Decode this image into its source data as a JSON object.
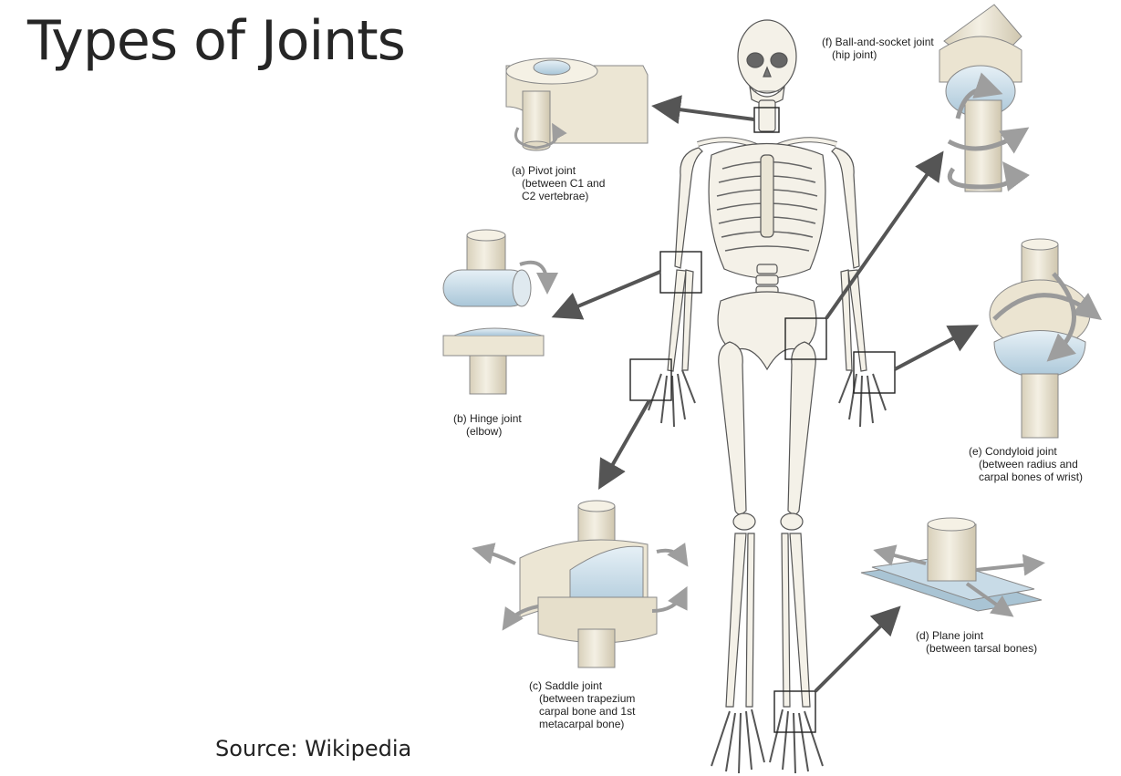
{
  "slide": {
    "title": "Types of Joints",
    "source": "Source: Wikipedia"
  },
  "joints": {
    "pivot": {
      "name": "(a) Pivot joint",
      "detail_1": "(between C1 and",
      "detail_2": "C2 vertebrae)"
    },
    "hinge": {
      "name": "(b) Hinge joint",
      "detail_1": "(elbow)"
    },
    "saddle": {
      "name": "(c) Saddle joint",
      "detail_1": "(between trapezium",
      "detail_2": "carpal bone and 1st",
      "detail_3": "metacarpal bone)"
    },
    "plane": {
      "name": "(d) Plane joint",
      "detail_1": "(between tarsal bones)"
    },
    "condyloid": {
      "name": "(e) Condyloid joint",
      "detail_1": "(between radius and",
      "detail_2": "carpal bones of wrist)"
    },
    "ball_socket": {
      "name": "(f) Ball-and-socket joint",
      "detail_1": "(hip joint)"
    }
  },
  "colors": {
    "bone": "#f3f0e6",
    "bone_outline": "#555555",
    "model": "#e9e3d2",
    "cartilage": "#c7dce8",
    "arrow": "#555555",
    "motion_arrow": "#a7a7a7"
  }
}
